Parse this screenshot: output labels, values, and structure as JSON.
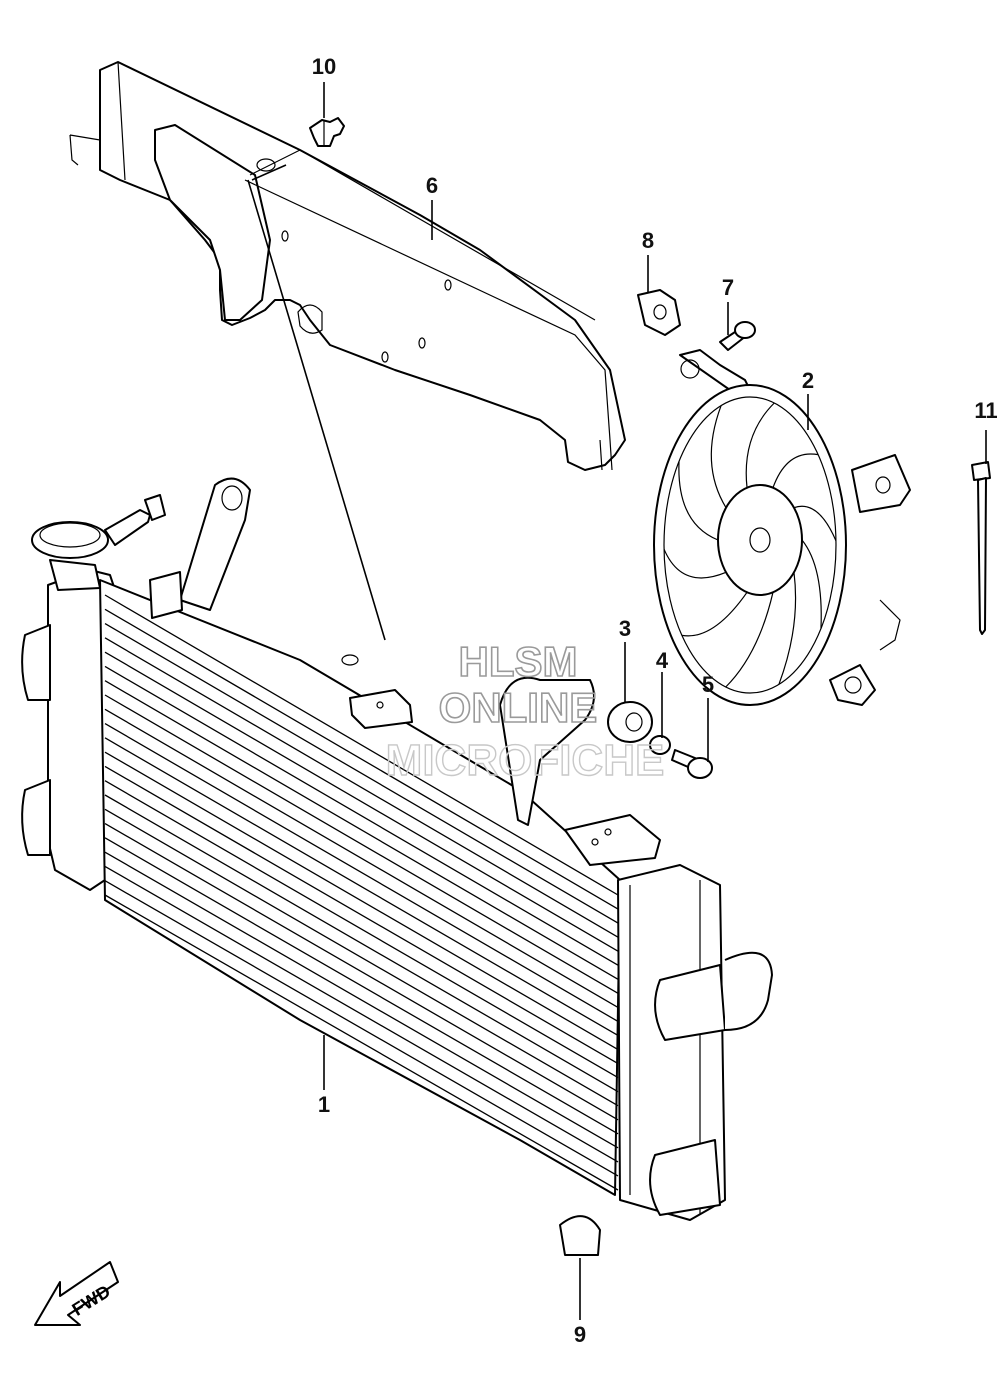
{
  "labels": {
    "p1": "1",
    "p2": "2",
    "p3": "3",
    "p4": "4",
    "p5": "5",
    "p6": "6",
    "p7": "7",
    "p8": "8",
    "p9": "9",
    "p10": "10",
    "p11": "11"
  },
  "watermark": {
    "line1": "HLSM",
    "line2": "ONLINE",
    "line3": "MICROFICHE"
  },
  "fwd_label": "FWD"
}
